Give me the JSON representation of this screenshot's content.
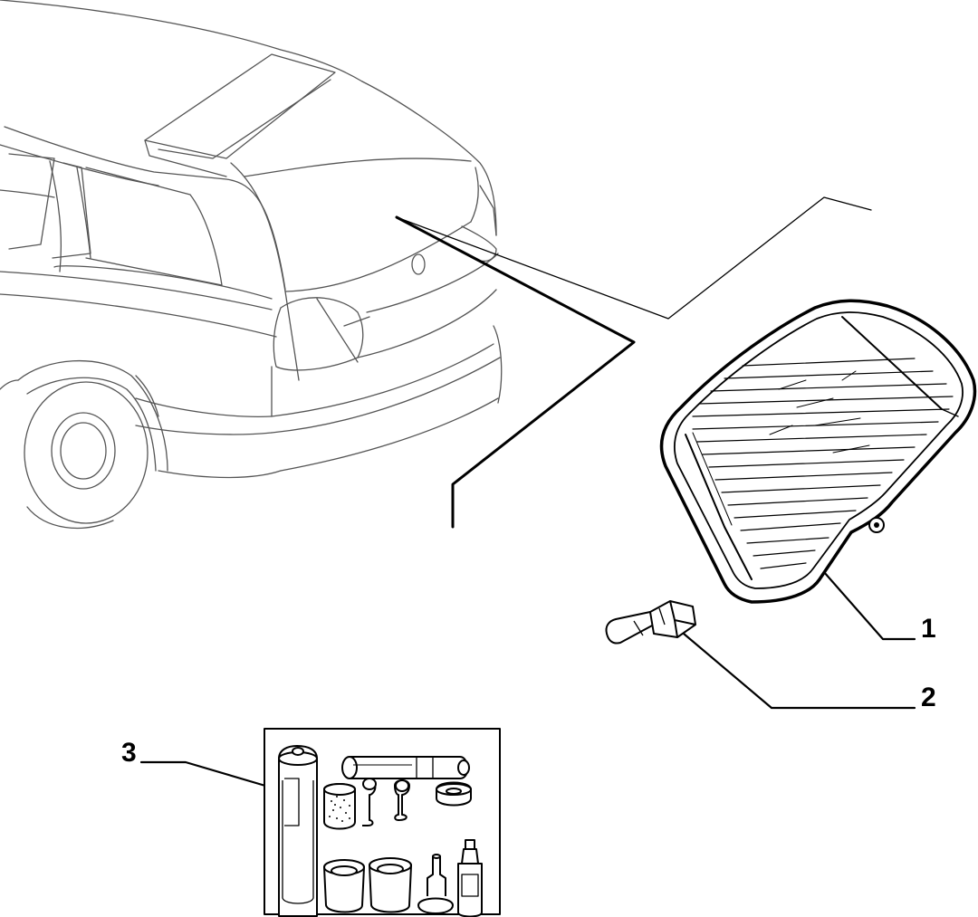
{
  "callouts": [
    {
      "id": "1",
      "label": "1"
    },
    {
      "id": "2",
      "label": "2"
    },
    {
      "id": "3",
      "label": "3"
    }
  ],
  "colors": {
    "ink": "#000000",
    "thin_ink": "#555555",
    "background": "#ffffff"
  }
}
